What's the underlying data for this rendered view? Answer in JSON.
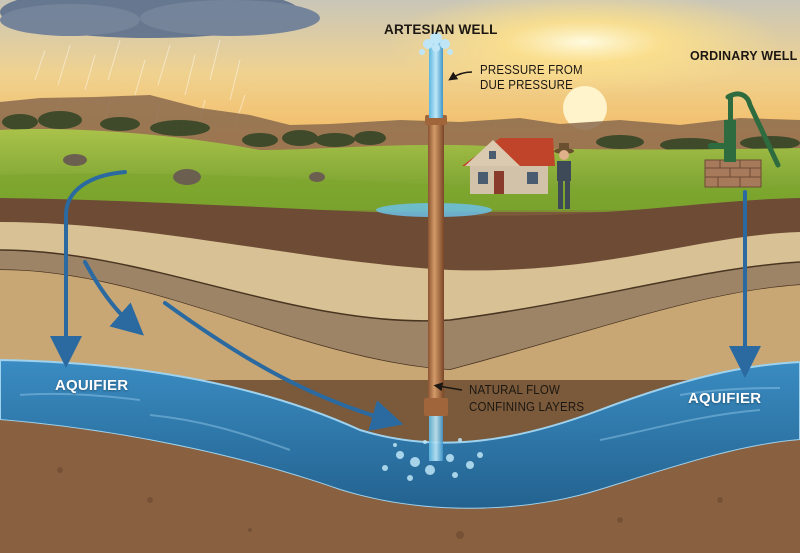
{
  "diagram": {
    "labels": {
      "artesian_well": "ARTESIAN WELL",
      "ordinary_well": "ORDINARY WELL",
      "pressure_line1": "PRESSURE FROM",
      "pressure_line2": "DUE PRESSURE",
      "natural_flow_line1": "NATURAL FLOW",
      "natural_flow_line2": "CONFINING LAYERS",
      "aquifer_left": "AQUIFIER",
      "aquifer_right": "AQUIFIER"
    },
    "elements": {
      "sky": "sunset sky with rain cloud",
      "surface": "green grassy hills with house and farmer",
      "layers": [
        "topsoil",
        "sandy layer",
        "confining clay layer",
        "sand layer",
        "aquifer",
        "bedrock soil"
      ],
      "wells": [
        "artesian well pipe with fountain",
        "ordinary well with hand pump"
      ],
      "arrows": [
        "rain infiltration arrow",
        "layer flow arrow",
        "long flow arrow to well",
        "ordinary well arrow"
      ]
    },
    "colors": {
      "sky_top": "#8a8f9a",
      "sky_glow": "#f6c45c",
      "grass": "#8fb23a",
      "topsoil": "#6e4b35",
      "sand_light": "#d8c194",
      "confining": "#9d8466",
      "sand": "#c9a774",
      "aquifer": "#2f7fb4",
      "bedrock": "#8a6140",
      "arrow": "#2b6aa0",
      "pipe": "#b8794a"
    }
  }
}
